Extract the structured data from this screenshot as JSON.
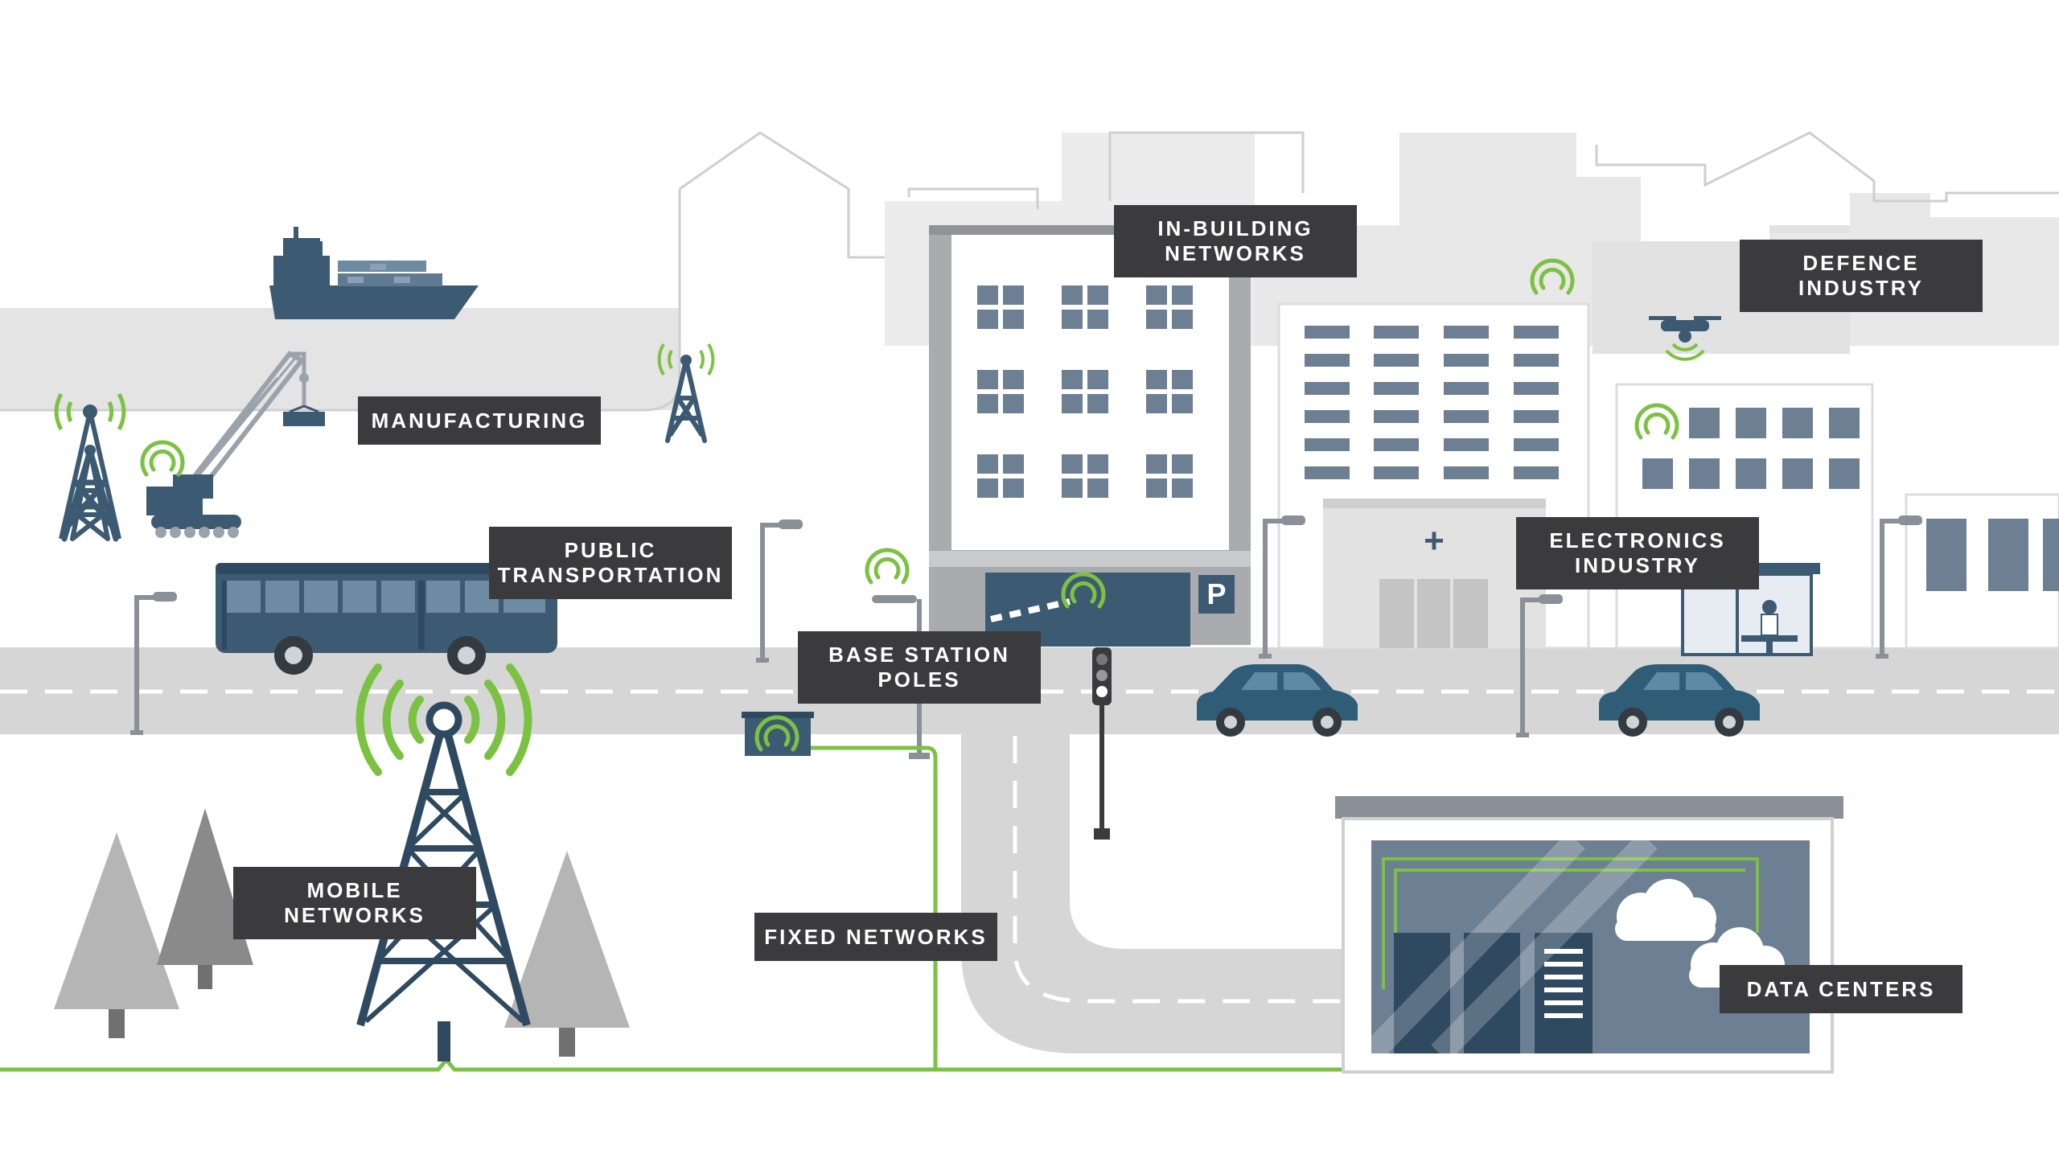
{
  "labels": {
    "manufacturing": [
      "MANUFACTURING"
    ],
    "in_building": [
      "IN-BUILDING",
      "NETWORKS"
    ],
    "defence": [
      "DEFENCE",
      "INDUSTRY"
    ],
    "public_transport": [
      "PUBLIC",
      "TRANSPORTATION"
    ],
    "electronics": [
      "ELECTRONICS",
      "INDUSTRY"
    ],
    "base_station": [
      "BASE STATION",
      "POLES"
    ],
    "mobile": [
      "MOBILE",
      "NETWORKS"
    ],
    "fixed": [
      "FIXED NETWORKS"
    ],
    "data_centers": [
      "DATA CENTERS"
    ]
  },
  "signs": {
    "parking": "P",
    "hospital_cross": "+"
  },
  "colors": {
    "accent_green": "#7cc242",
    "label_bg": "#3b3b3d",
    "label_text": "#ffffff",
    "steel_blue": "#3d5a73",
    "vehicle_blue": "#2f5d78",
    "window_slate": "#6d7f92",
    "road_gray": "#d6d6d6",
    "skyline_gray": "#e6e6e6",
    "tree_gray": "#b5b5b5"
  },
  "icons": [
    "signal-waves-icon",
    "radio-tower-icon",
    "cloud-icon",
    "drone-icon",
    "parking-icon",
    "hospital-cross-icon"
  ]
}
